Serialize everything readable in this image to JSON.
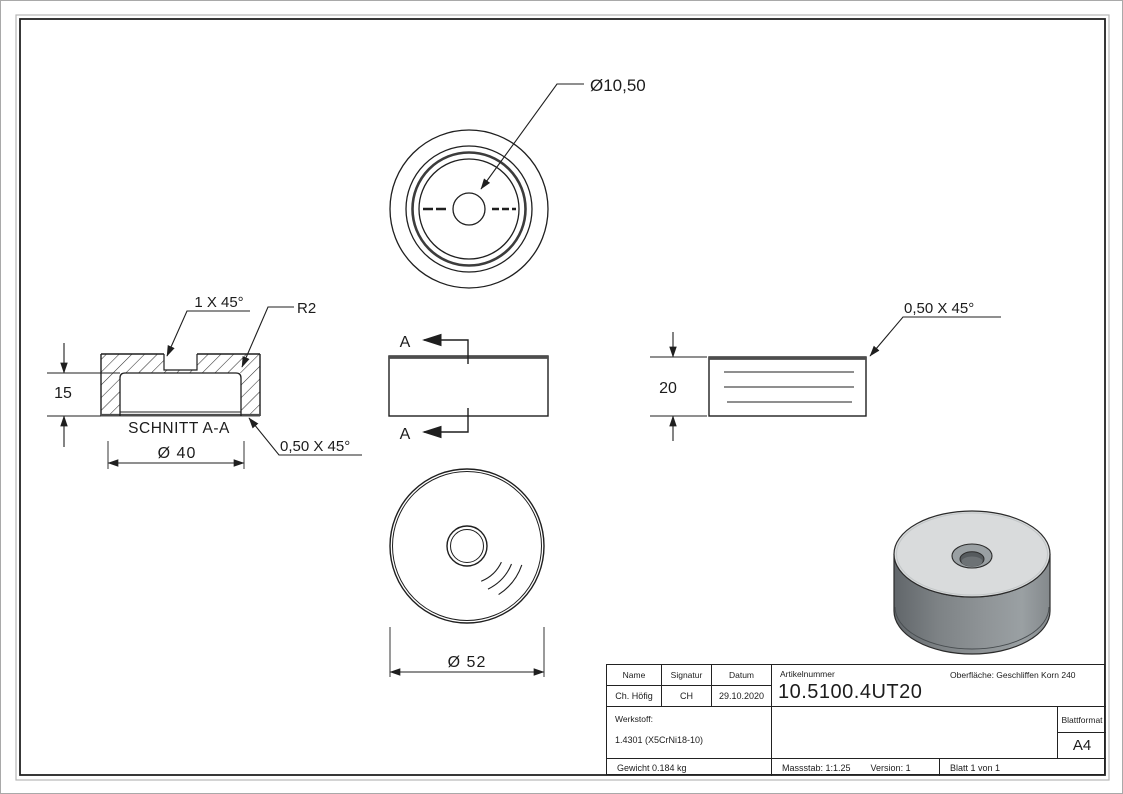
{
  "labels": {
    "top_view": {
      "hole_dia": "Ø10,50"
    },
    "section_view": {
      "chamfer_top": "1 X 45°",
      "radius": "R2",
      "depth": "15",
      "title": "SCHNITT A-A",
      "inner_dia": "Ø 40",
      "chamfer_bottom": "0,50 X 45°"
    },
    "side_view": {
      "cut_label_top": "A",
      "cut_label_bottom": "A"
    },
    "right_view": {
      "height": "20",
      "chamfer": "0,50 X 45°"
    },
    "bottom_view": {
      "outer_dia": "Ø 52"
    }
  },
  "title_block": {
    "name_label": "Name",
    "signatur_label": "Signatur",
    "datum_label": "Datum",
    "name": "Ch. Höfig",
    "signatur": "CH",
    "datum": "29.10.2020",
    "artikelnummer_label": "Artikelnummer",
    "artikelnummer": "10.5100.4UT20",
    "oberflaeche": "Oberfläche:  Geschliffen Korn 240",
    "werkstoff_label": "Werkstoff:",
    "werkstoff": "1.4301 (X5CrNi18-10)",
    "blattformat_label": "Blattformat",
    "blattformat": "A4",
    "gewicht": "Gewicht 0.184 kg",
    "massstab": "Massstab: 1:1.25",
    "version": "Version: 1",
    "blatt": "Blatt 1 von 1"
  },
  "colors": {
    "line": "#1f1f1f",
    "thick_edge": "#4d4d4d",
    "shadow": "#b8b8b8",
    "iso_top": "#d9dbdc",
    "iso_side_dark": "#61666a",
    "iso_side_light": "#9aa0a3"
  }
}
